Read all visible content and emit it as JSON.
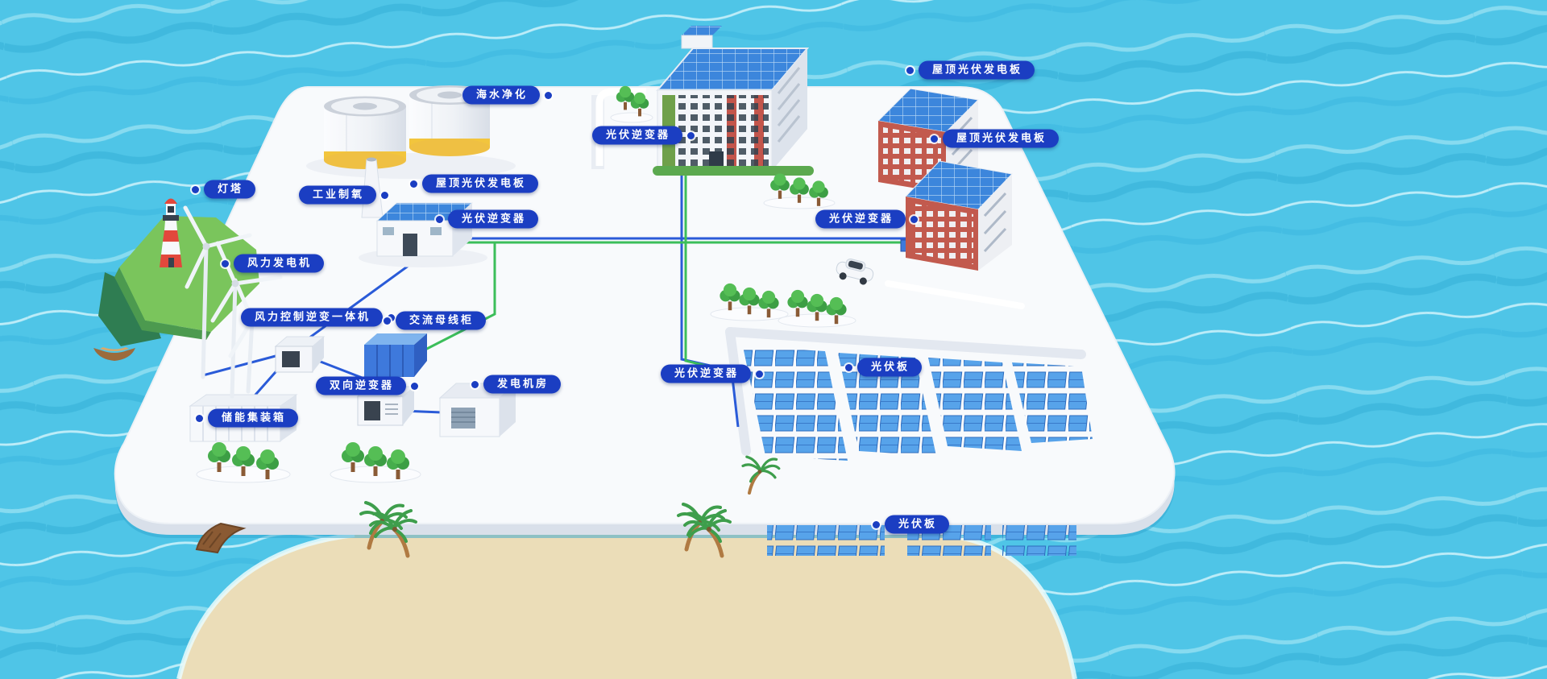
{
  "colors": {
    "label_bg": "#1B3EC2",
    "label_text": "#FFFFFF",
    "water": "#4FC5E7",
    "platform": "#F8FAFC",
    "sand": "#EBDDB8",
    "cable_blue": "#2A5BD8",
    "cable_green": "#3CBE5A",
    "solar_blue": "#3C86DC",
    "lighthouse_red": "#E2483C"
  },
  "callouts": [
    {
      "text": "海水净化"
    },
    {
      "text": "屋顶光伏发电板"
    },
    {
      "text": "光伏逆变器"
    },
    {
      "text": "屋顶光伏发电板"
    },
    {
      "text": "灯塔"
    },
    {
      "text": "工业制氧"
    },
    {
      "text": "屋顶光伏发电板"
    },
    {
      "text": "光伏逆变器"
    },
    {
      "text": "光伏逆变器"
    },
    {
      "text": "风力发电机"
    },
    {
      "text": "风力控制逆变一体机"
    },
    {
      "text": "交流母线柜"
    },
    {
      "text": "双向逆变器"
    },
    {
      "text": "发电机房"
    },
    {
      "text": "光伏逆变器"
    },
    {
      "text": "光伏板"
    },
    {
      "text": "储能集装箱"
    },
    {
      "text": "光伏板"
    }
  ]
}
